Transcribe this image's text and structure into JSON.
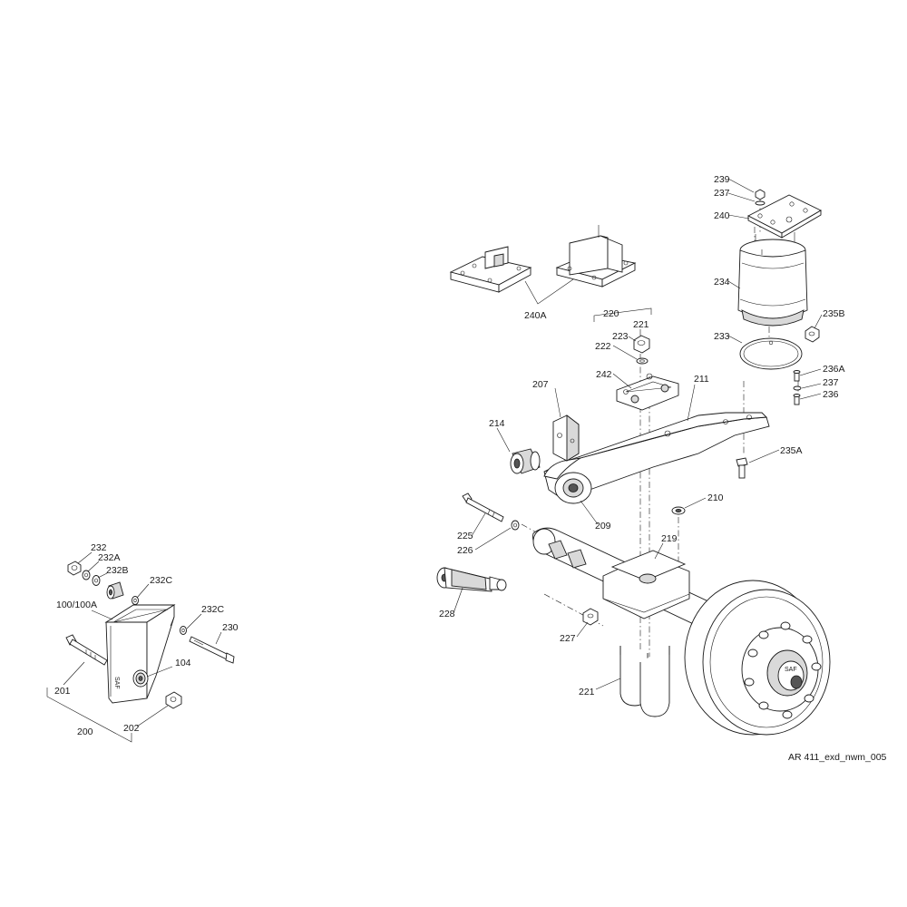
{
  "drawing_ref": "AR 411_exd_nwm_005",
  "bracket_group": {
    "group_label": "200",
    "labels": {
      "p232": "232",
      "p232A": "232A",
      "p232B": "232B",
      "p232C_a": "232C",
      "p100": "100/100A",
      "p232C_b": "232C",
      "p230": "230",
      "p104": "104",
      "p201": "201",
      "p202": "202"
    }
  },
  "axle_group": {
    "labels": {
      "p239": "239",
      "p237_top": "237",
      "p240": "240",
      "p234": "234",
      "p240A": "240A",
      "p220": "220",
      "p221_top": "221",
      "p223": "223",
      "p235B": "235B",
      "p222": "222",
      "p233": "233",
      "p242": "242",
      "p236A": "236A",
      "p207": "207",
      "p211": "211",
      "p237_mid": "237",
      "p236": "236",
      "p214": "214",
      "p235A": "235A",
      "p210": "210",
      "p209": "209",
      "p225": "225",
      "p219": "219",
      "p226": "226",
      "p228": "228",
      "p227": "227",
      "p221_bottom": "221"
    }
  },
  "colors": {
    "line": "#1a1a1a",
    "part_fill": "#ffffff",
    "shading": "#d9d9d9",
    "dark_shading": "#555555"
  }
}
